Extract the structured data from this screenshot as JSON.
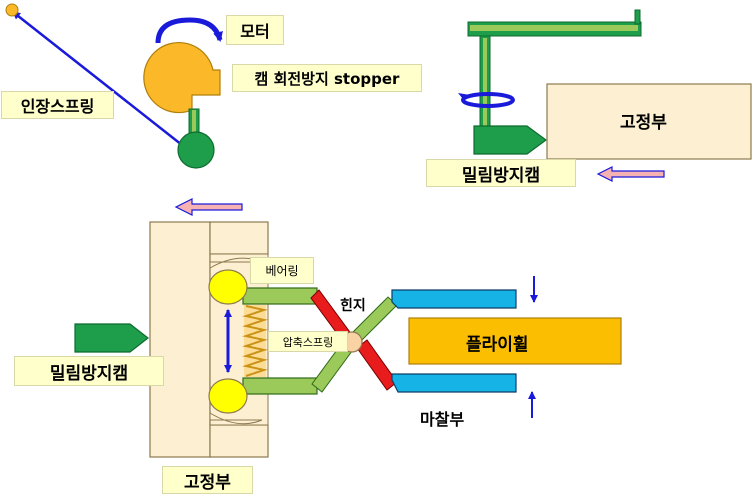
{
  "labels": {
    "motor": "모터",
    "cam_stopper": "캠 회전방지 stopper",
    "tension_spring": "인장스프링",
    "fixed_top": "고정부",
    "anti_slip_cam_top": "밀림방지캠",
    "bearing": "베어링",
    "hinge": "힌지",
    "compression_spring": "압축스프링",
    "flywheel": "플라이휠",
    "anti_slip_cam_left": "밀림방지캠",
    "friction": "마찰부",
    "fixed_bottom": "고정부"
  },
  "colors": {
    "cam_orange": "#fbb829",
    "green_dark": "#1e9e4a",
    "green_light": "#9bc95a",
    "tan": "#fdf0d2",
    "arrow_blue": "#1a1adb",
    "pink": "#f6b2b2",
    "red": "#e81c1c",
    "cyan": "#16b4e6",
    "gold": "#fcbe00",
    "yellow": "#ffff00"
  }
}
